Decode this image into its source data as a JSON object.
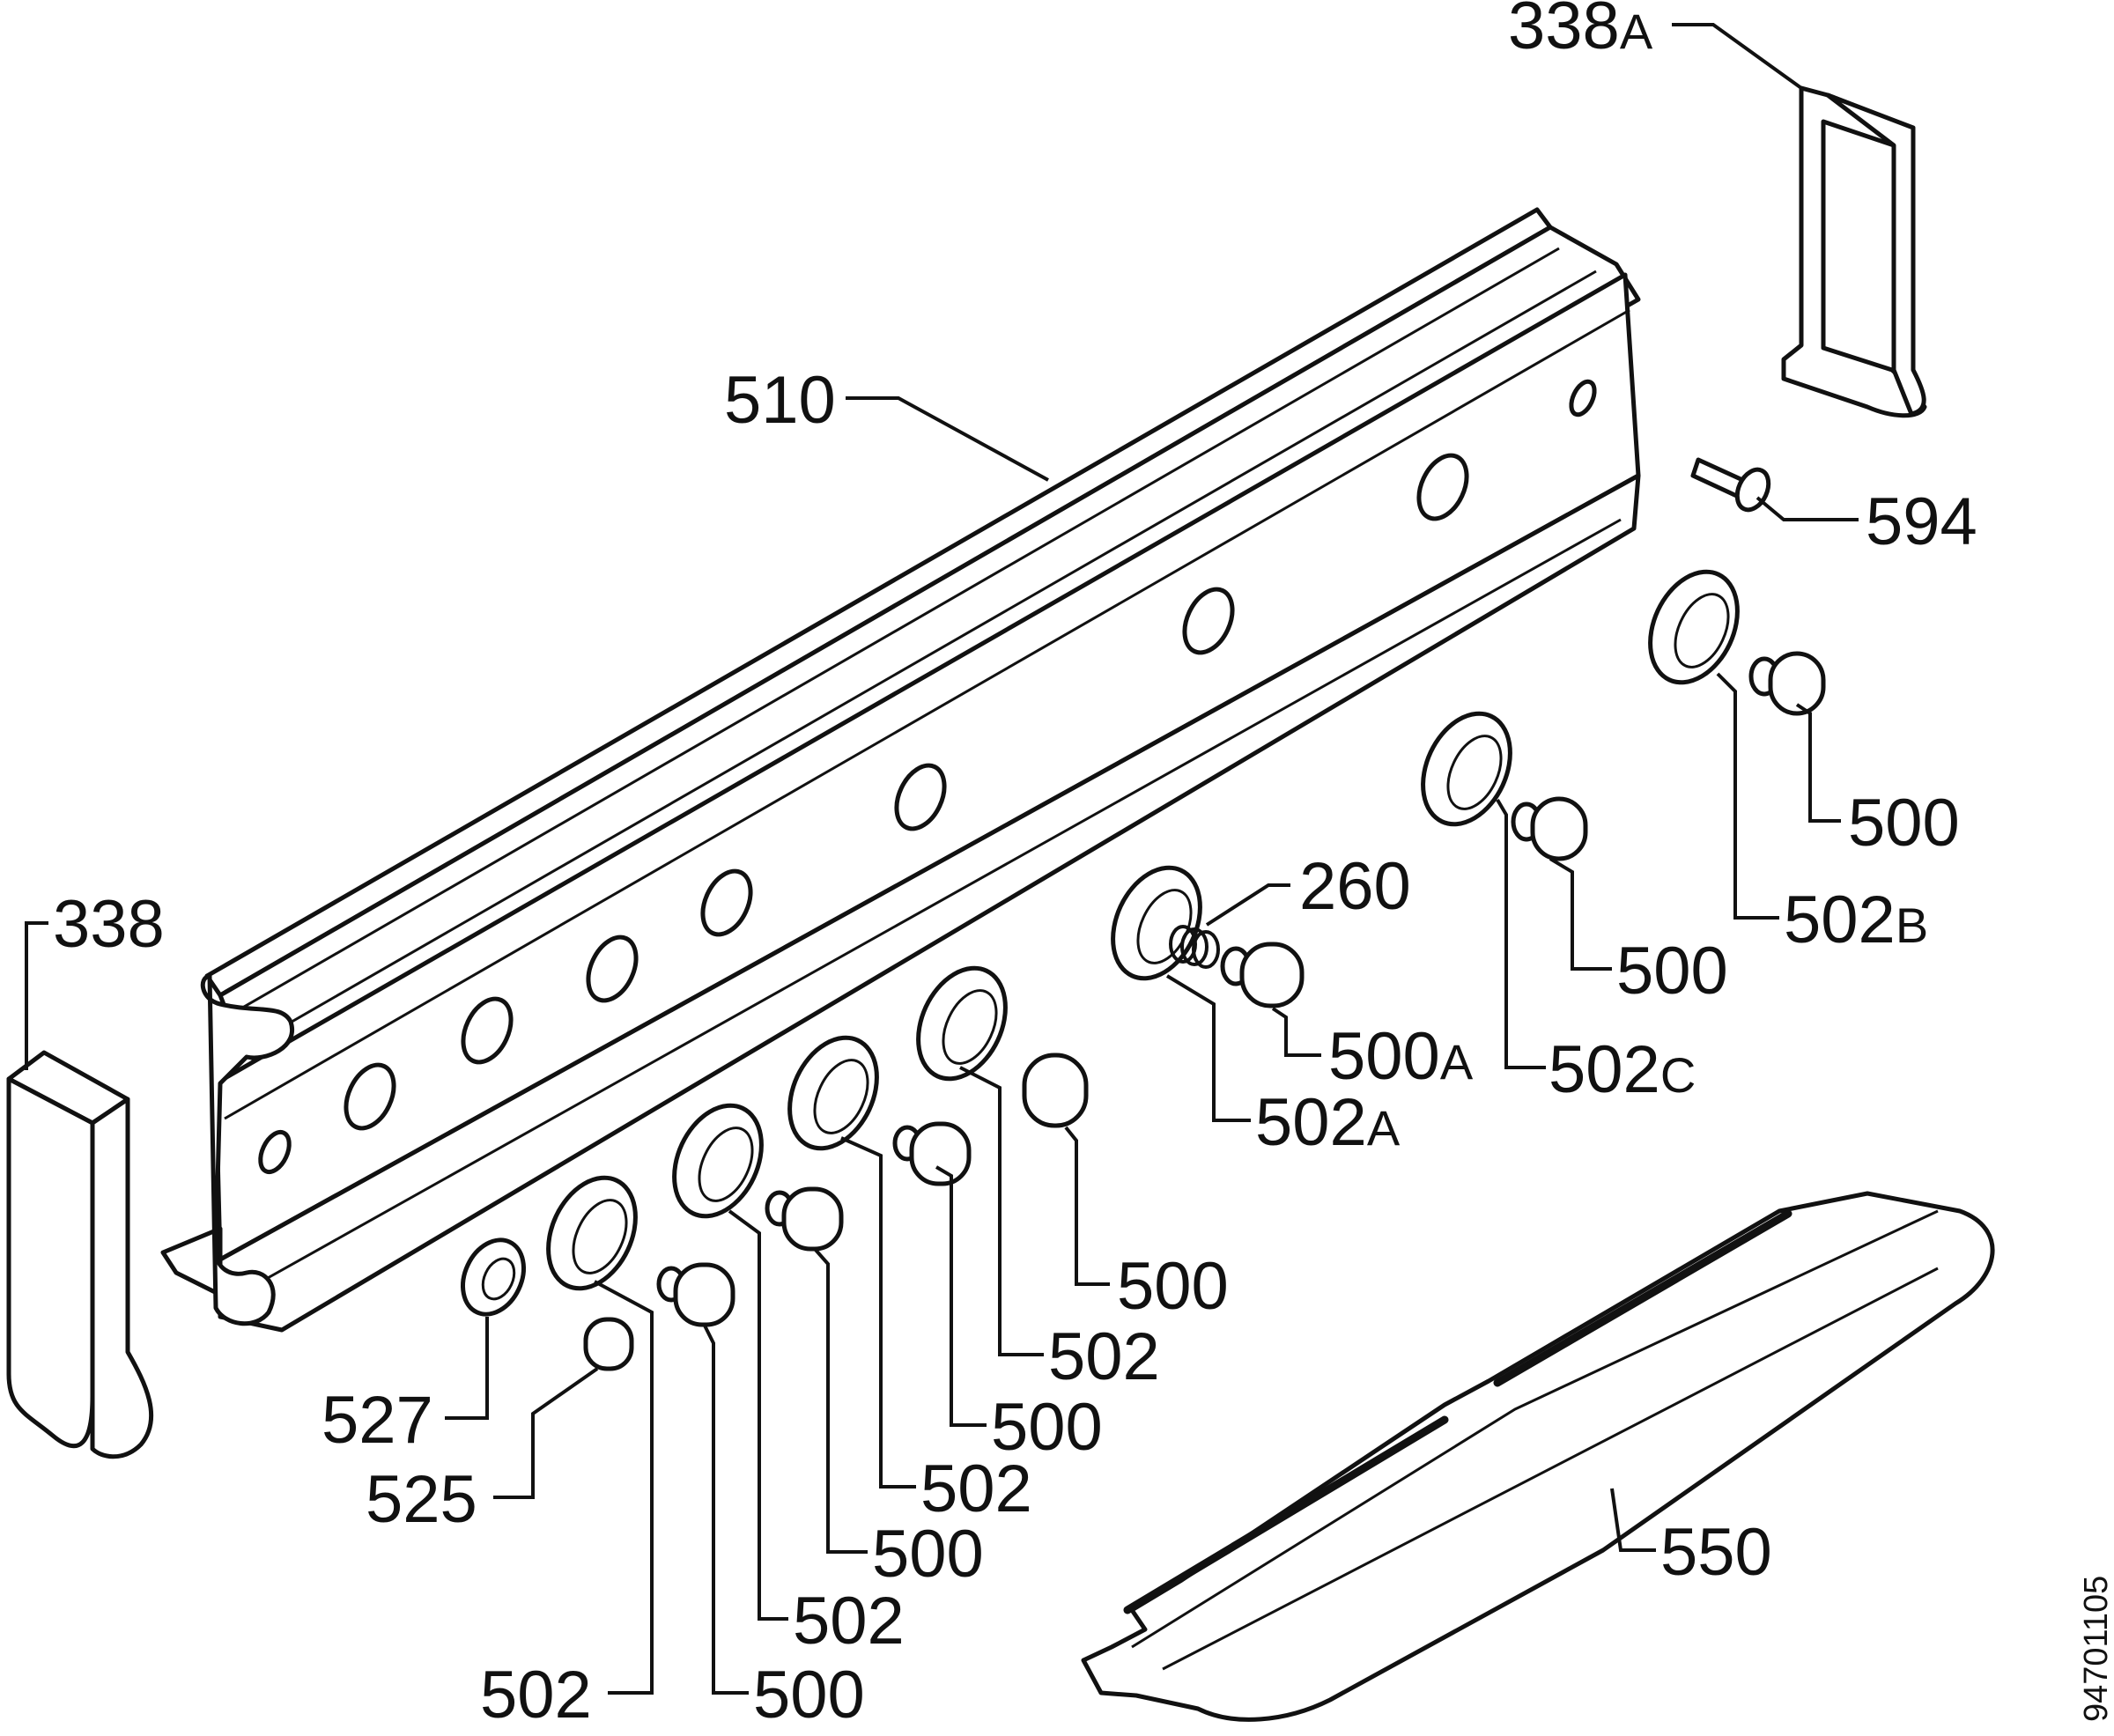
{
  "drawing_number": "94701105",
  "callouts": [
    {
      "id": "c338a",
      "num": "338",
      "sfx": "A"
    },
    {
      "id": "c510",
      "num": "510",
      "sfx": ""
    },
    {
      "id": "c594",
      "num": "594",
      "sfx": ""
    },
    {
      "id": "c500-r1",
      "num": "500",
      "sfx": ""
    },
    {
      "id": "c502b",
      "num": "502",
      "sfx": "B"
    },
    {
      "id": "c500-r2",
      "num": "500",
      "sfx": ""
    },
    {
      "id": "c260",
      "num": "260",
      "sfx": ""
    },
    {
      "id": "c500a",
      "num": "500",
      "sfx": "A"
    },
    {
      "id": "c502c",
      "num": "502",
      "sfx": "C"
    },
    {
      "id": "c502a",
      "num": "502",
      "sfx": "A"
    },
    {
      "id": "c338",
      "num": "338",
      "sfx": ""
    },
    {
      "id": "c500-m1",
      "num": "500",
      "sfx": ""
    },
    {
      "id": "c502-m1",
      "num": "502",
      "sfx": ""
    },
    {
      "id": "c500-m2",
      "num": "500",
      "sfx": ""
    },
    {
      "id": "c502-m2",
      "num": "502",
      "sfx": ""
    },
    {
      "id": "c527",
      "num": "527",
      "sfx": ""
    },
    {
      "id": "c525",
      "num": "525",
      "sfx": ""
    },
    {
      "id": "c500-m3",
      "num": "500",
      "sfx": ""
    },
    {
      "id": "c502-m3",
      "num": "502",
      "sfx": ""
    },
    {
      "id": "c550",
      "num": "550",
      "sfx": ""
    },
    {
      "id": "c502-m4",
      "num": "502",
      "sfx": ""
    },
    {
      "id": "c500-m4",
      "num": "500",
      "sfx": ""
    }
  ]
}
